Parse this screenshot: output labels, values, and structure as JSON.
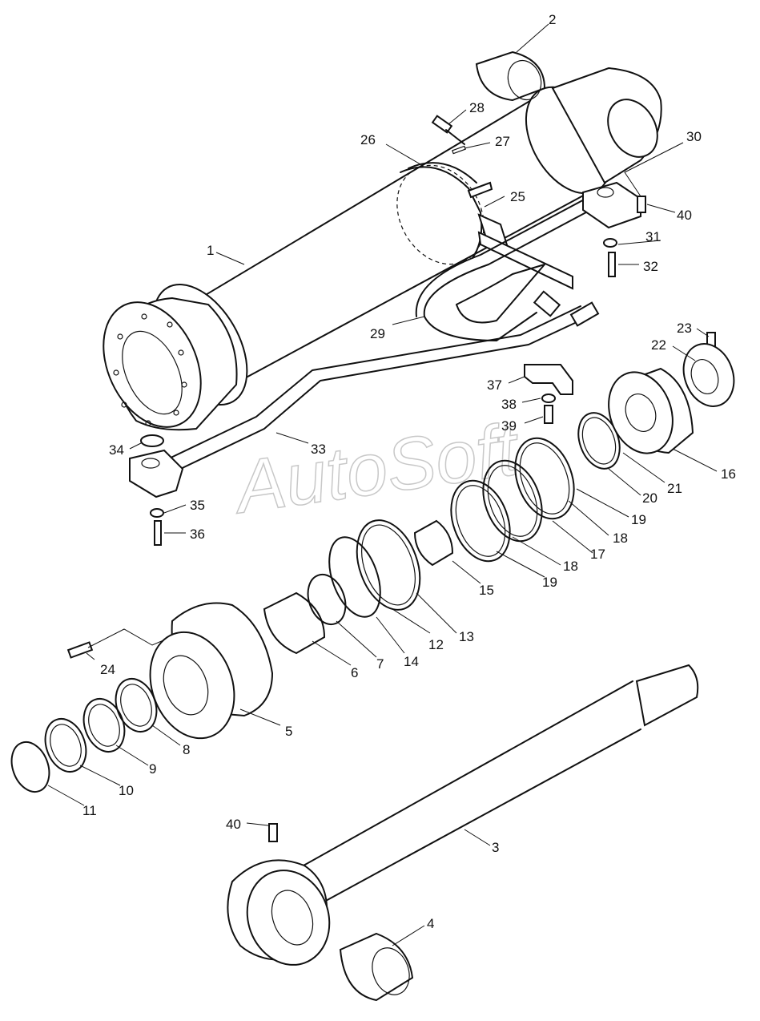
{
  "watermark": "AutoSoft",
  "callouts": [
    {
      "id": "c1",
      "text": "1"
    },
    {
      "id": "c2",
      "text": "2"
    },
    {
      "id": "c3",
      "text": "3"
    },
    {
      "id": "c4",
      "text": "4"
    },
    {
      "id": "c5",
      "text": "5"
    },
    {
      "id": "c6",
      "text": "6"
    },
    {
      "id": "c7",
      "text": "7"
    },
    {
      "id": "c8",
      "text": "8"
    },
    {
      "id": "c9",
      "text": "9"
    },
    {
      "id": "c10",
      "text": "10"
    },
    {
      "id": "c11",
      "text": "11"
    },
    {
      "id": "c12",
      "text": "12"
    },
    {
      "id": "c13",
      "text": "13"
    },
    {
      "id": "c14",
      "text": "14"
    },
    {
      "id": "c15",
      "text": "15"
    },
    {
      "id": "c16",
      "text": "16"
    },
    {
      "id": "c17",
      "text": "17"
    },
    {
      "id": "c18a",
      "text": "18"
    },
    {
      "id": "c18b",
      "text": "18"
    },
    {
      "id": "c19a",
      "text": "19"
    },
    {
      "id": "c19b",
      "text": "19"
    },
    {
      "id": "c20",
      "text": "20"
    },
    {
      "id": "c21",
      "text": "21"
    },
    {
      "id": "c22",
      "text": "22"
    },
    {
      "id": "c23",
      "text": "23"
    },
    {
      "id": "c24",
      "text": "24"
    },
    {
      "id": "c25",
      "text": "25"
    },
    {
      "id": "c26",
      "text": "26"
    },
    {
      "id": "c27",
      "text": "27"
    },
    {
      "id": "c28",
      "text": "28"
    },
    {
      "id": "c29",
      "text": "29"
    },
    {
      "id": "c30",
      "text": "30"
    },
    {
      "id": "c31",
      "text": "31"
    },
    {
      "id": "c32",
      "text": "32"
    },
    {
      "id": "c33",
      "text": "33"
    },
    {
      "id": "c34",
      "text": "34"
    },
    {
      "id": "c35",
      "text": "35"
    },
    {
      "id": "c36",
      "text": "36"
    },
    {
      "id": "c37",
      "text": "37"
    },
    {
      "id": "c38",
      "text": "38"
    },
    {
      "id": "c39",
      "text": "39"
    },
    {
      "id": "c40a",
      "text": "40"
    },
    {
      "id": "c40b",
      "text": "40"
    }
  ]
}
